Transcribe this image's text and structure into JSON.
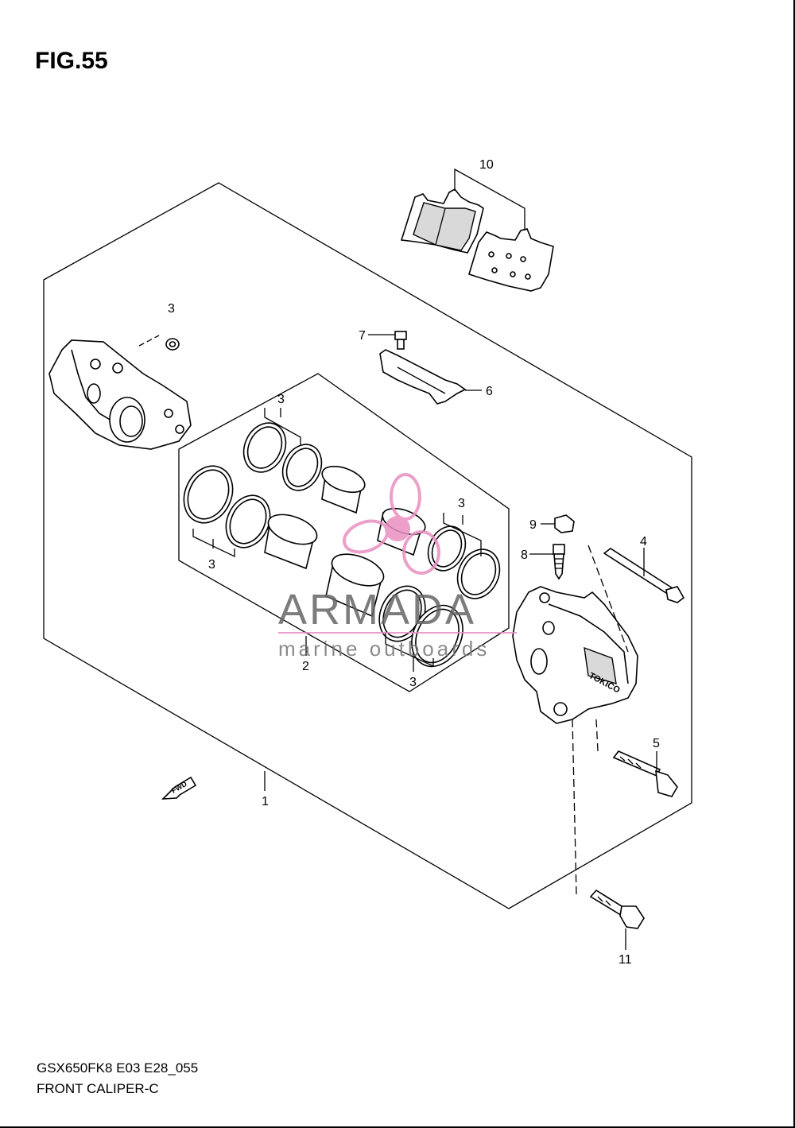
{
  "figure": {
    "title": "FIG.55"
  },
  "callouts": {
    "c1": "1",
    "c2": "2",
    "c3a": "3",
    "c3b": "3",
    "c3c": "3",
    "c3d": "3",
    "c3e": "3",
    "c4": "4",
    "c5": "5",
    "c6": "6",
    "c7": "7",
    "c8": "8",
    "c9": "9",
    "c10": "10",
    "c11": "11"
  },
  "fwd_label": "FWD",
  "caliper_mark": "TOKICO",
  "watermark": {
    "brand": "ARMADA",
    "tagline": "marine outboards"
  },
  "footer": {
    "code": "GSX650FK8 E03 E28_055",
    "name": "FRONT CALIPER-C"
  },
  "colors": {
    "watermark_pink": "#e88fc0",
    "line": "#000000"
  }
}
